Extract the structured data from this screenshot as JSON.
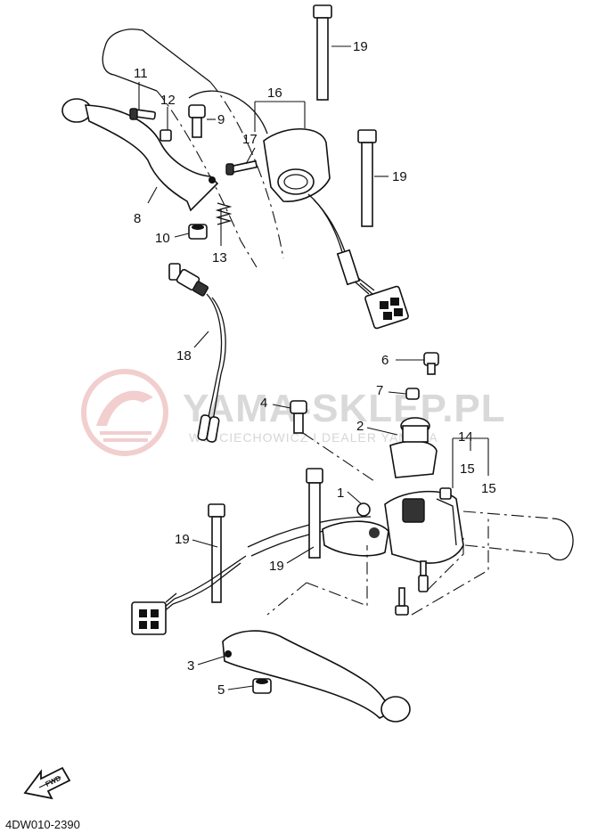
{
  "watermark": {
    "title": "YAMA-SKLEP.PL",
    "subtitle": "WOJCIECHOWICZ I DEALER YAMAHA",
    "accent_color": "#e8a7a7"
  },
  "diagram_code": "4DW010-2390",
  "fwd_label": "FWD",
  "callouts": {
    "c1": "1",
    "c2": "2",
    "c3": "3",
    "c4": "4",
    "c5": "5",
    "c6": "6",
    "c7": "7",
    "c8": "8",
    "c9": "9",
    "c10": "10",
    "c11": "11",
    "c12": "12",
    "c13": "13",
    "c14": "14",
    "c15a": "15",
    "c15b": "15",
    "c16": "16",
    "c17": "17",
    "c18": "18",
    "c19a": "19",
    "c19b": "19",
    "c19c": "19",
    "c19d": "19"
  }
}
